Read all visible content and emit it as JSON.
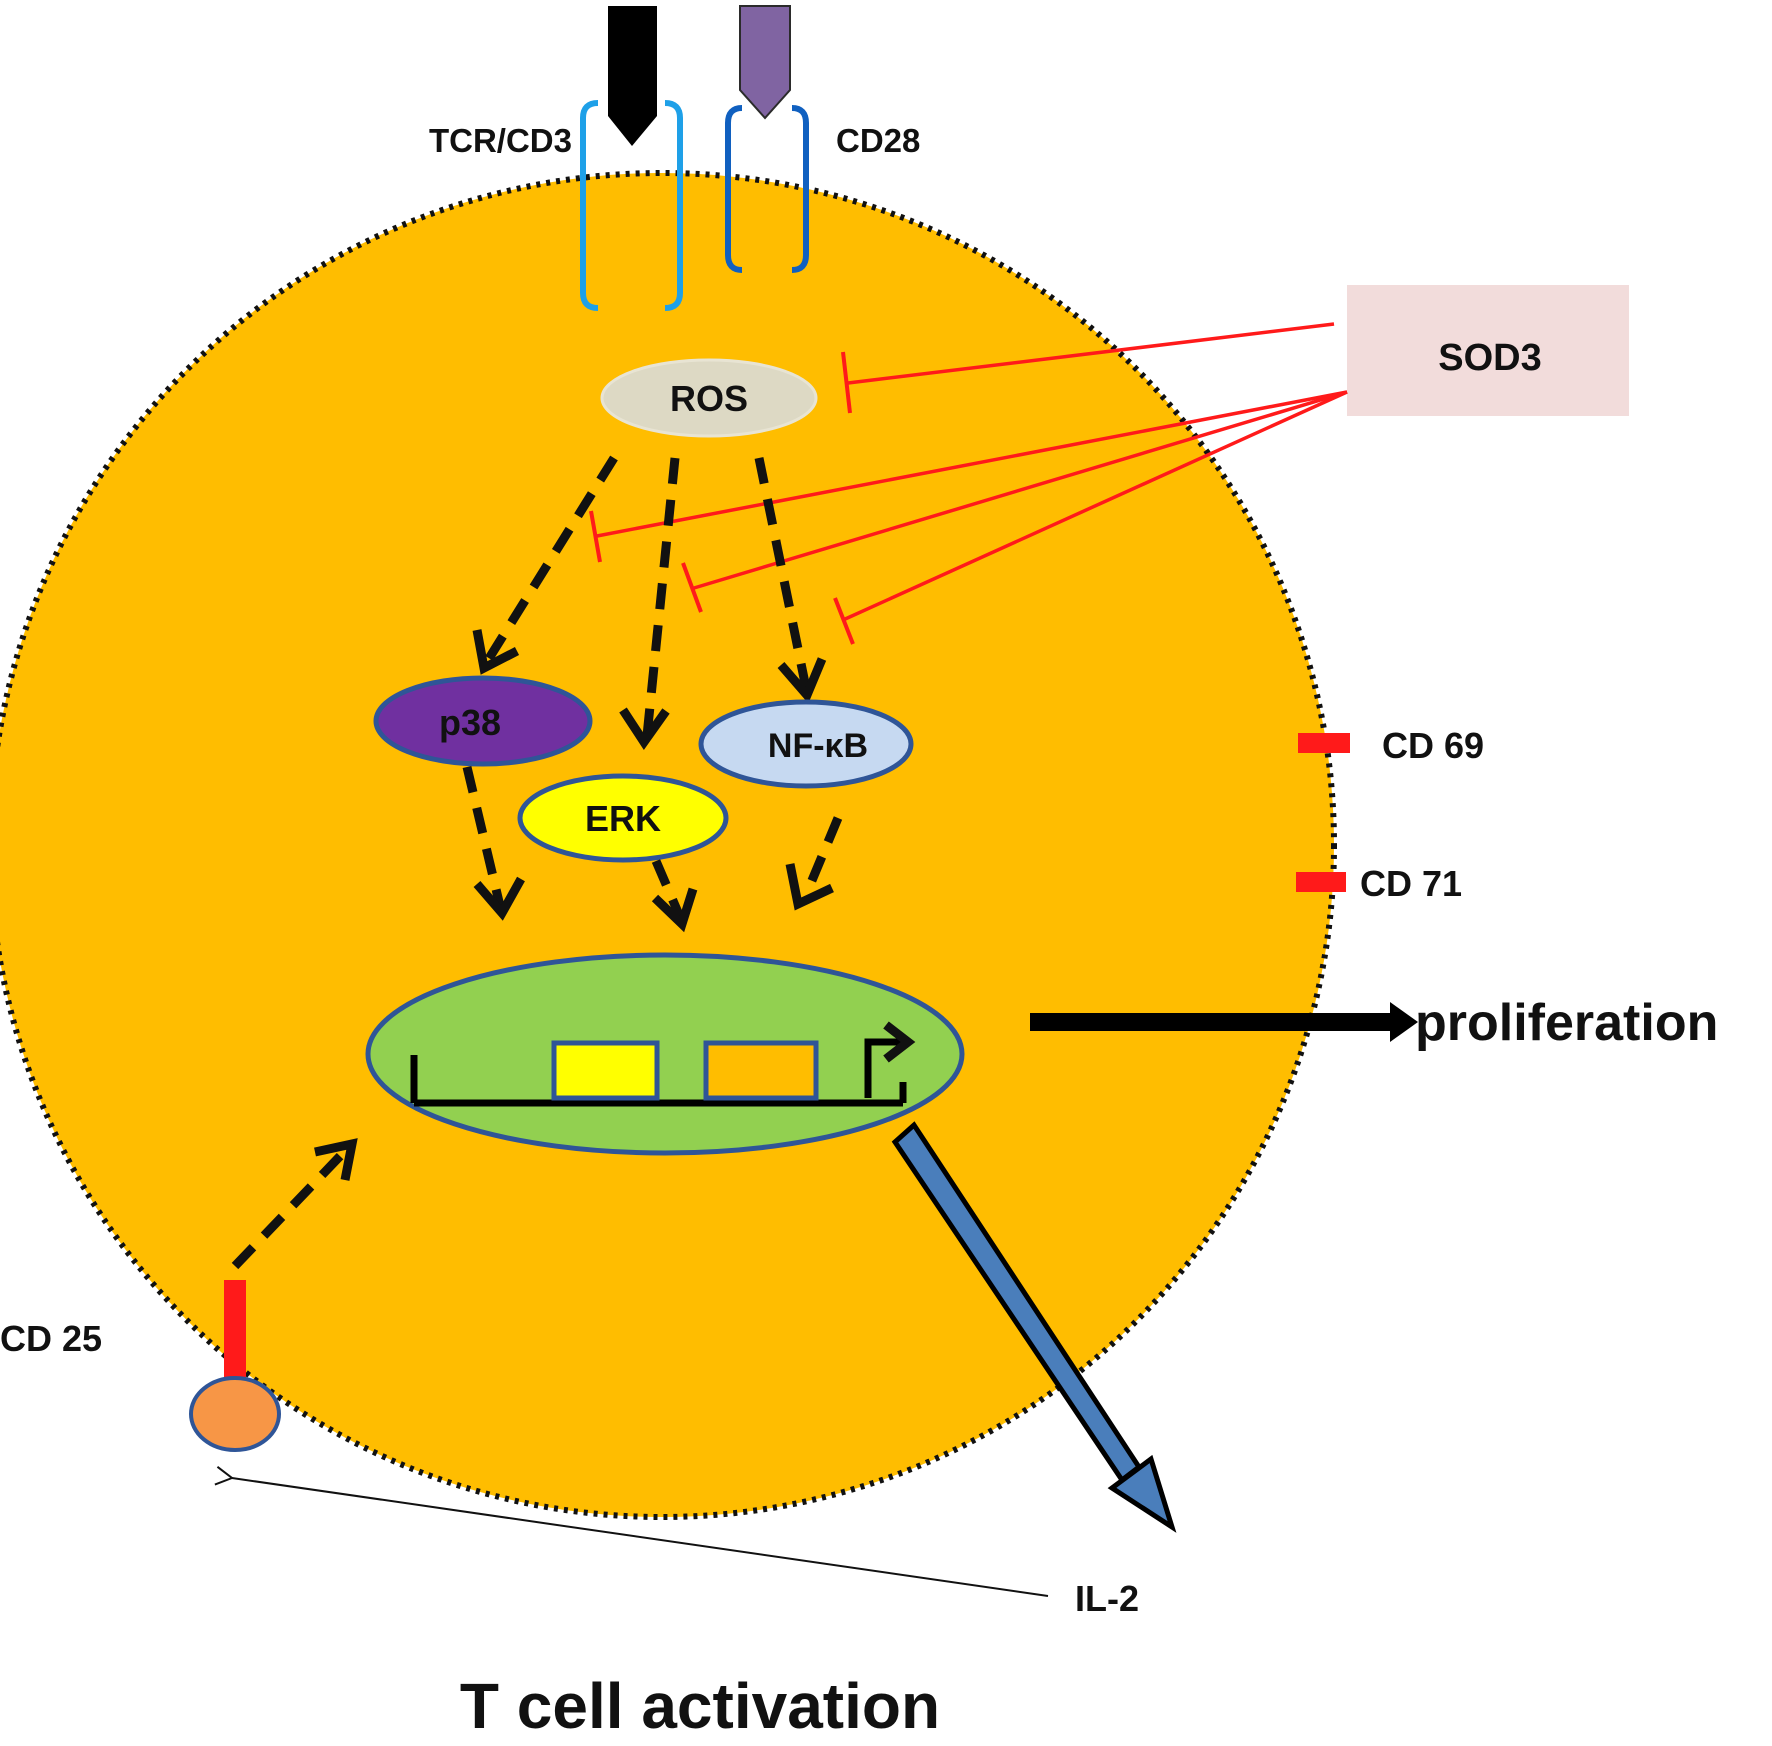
{
  "diagram": {
    "title": "T cell activation",
    "receptors": {
      "tcr_label": "TCR/CD3",
      "cd28_label": "CD28"
    },
    "inhibitor": {
      "label": "SOD3"
    },
    "nodes": {
      "ros": "ROS",
      "p38": "p38",
      "erk": "ERK",
      "nfkb": "NF-κB"
    },
    "surface_markers": {
      "cd69": "CD 69",
      "cd71": "CD 71",
      "cd25": "CD 25"
    },
    "outputs": {
      "proliferation": "proliferation",
      "il2": "IL-2"
    },
    "colors": {
      "cell": "#ffbd00",
      "nucleus": "#92d050",
      "nucleus_border": "#2f5597",
      "ros": "#ddd9c4",
      "p38": "#7030a0",
      "erk": "#ffff00",
      "nfkb": "#c6d9f1",
      "sod3_box": "#f2dcdb",
      "inhibition": "#ff1a1a",
      "il2_arrow": "#4a7ebb",
      "cd25_ligand": "#f79646",
      "tcr_bracket": "#1ea0e8",
      "cd28_bracket": "#1060c0",
      "cd28_ligand": "#8064a2"
    }
  }
}
